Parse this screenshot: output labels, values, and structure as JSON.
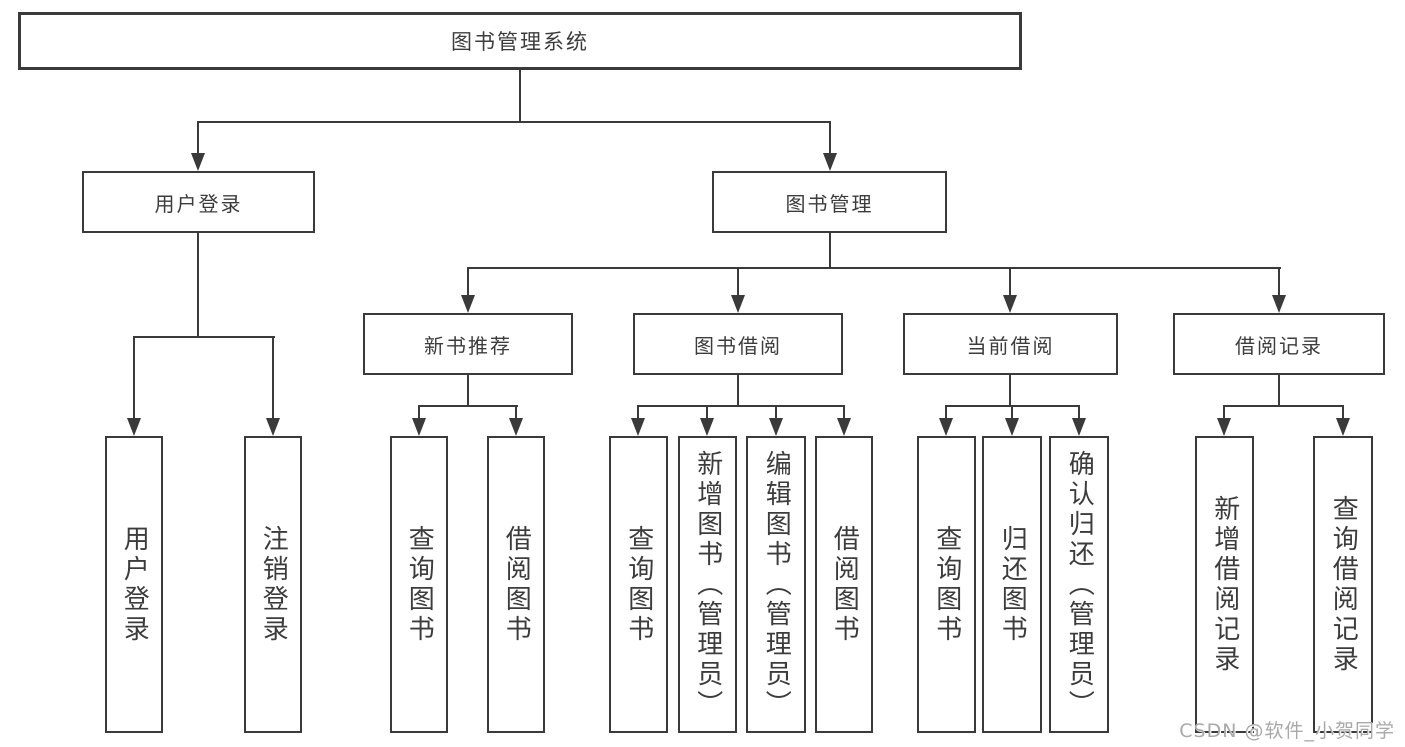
{
  "tree": {
    "root": {
      "label": "图书管理系统"
    },
    "branches": [
      {
        "label": "用户登录",
        "children": [
          {
            "label": "用户登录"
          },
          {
            "label": "注销登录"
          }
        ]
      },
      {
        "label": "图书管理",
        "children": [
          {
            "label": "新书推荐",
            "children": [
              {
                "label": "查询图书"
              },
              {
                "label": "借阅图书"
              }
            ]
          },
          {
            "label": "图书借阅",
            "children": [
              {
                "label": "查询图书"
              },
              {
                "label": "新增图书（管理员）"
              },
              {
                "label": "编辑图书（管理员）"
              },
              {
                "label": "借阅图书"
              }
            ]
          },
          {
            "label": "当前借阅",
            "children": [
              {
                "label": "查询图书"
              },
              {
                "label": "归还图书"
              },
              {
                "label": "确认归还（管理员）"
              }
            ]
          },
          {
            "label": "借阅记录",
            "children": [
              {
                "label": "新增借阅记录"
              },
              {
                "label": "查询借阅记录"
              }
            ]
          }
        ]
      }
    ]
  },
  "watermark": {
    "text": "CSDN @软件_小贺同学"
  },
  "colors": {
    "line": "#3a3a3a",
    "text": "#3c3c3c",
    "box_bg": "#ffffff",
    "page_bg": "#ffffff",
    "watermark": "#a9a9a9"
  }
}
